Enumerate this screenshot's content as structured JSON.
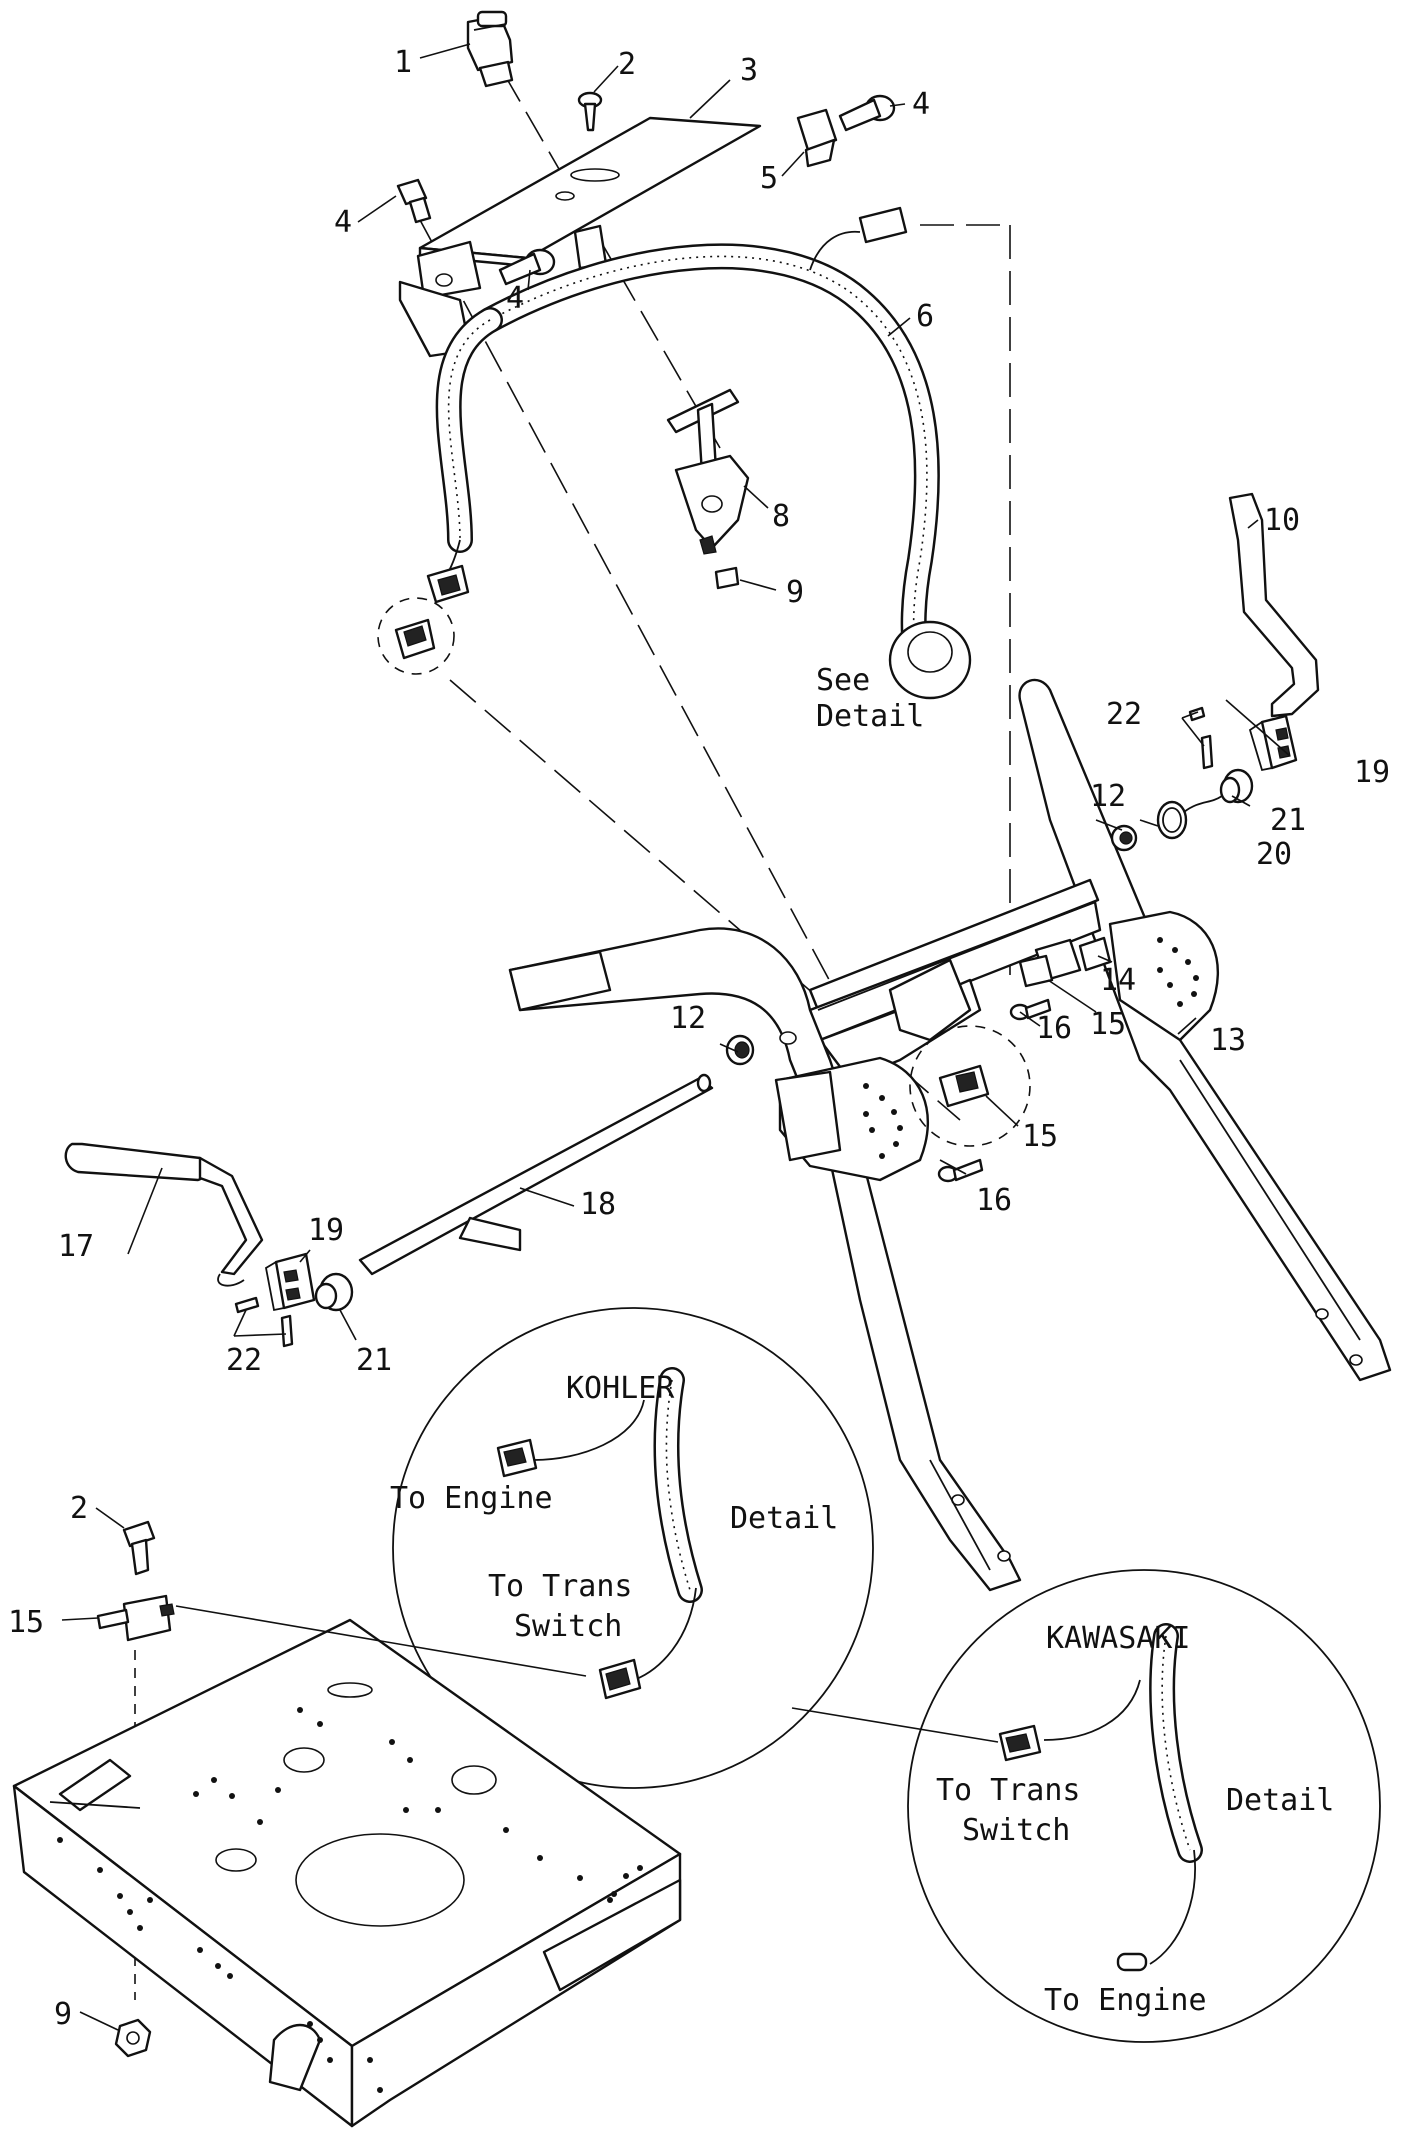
{
  "diagram": {
    "callouts": [
      "1",
      "2",
      "3",
      "4",
      "4",
      "4",
      "5",
      "6",
      "8",
      "9",
      "10",
      "12",
      "12",
      "13",
      "14",
      "15",
      "15",
      "15",
      "16",
      "16",
      "17",
      "18",
      "19",
      "19",
      "20",
      "21",
      "21",
      "22",
      "22",
      "2",
      "9"
    ],
    "notes": {
      "see_detail_line1": "See",
      "see_detail_line2": "Detail"
    },
    "kohler_detail": {
      "title": "KOHLER",
      "to_engine": "To Engine",
      "detail": "Detail",
      "to_trans_line1": "To Trans",
      "to_trans_line2": "Switch"
    },
    "kawasaki_detail": {
      "title": "KAWASAKI",
      "to_trans_line1": "To Trans",
      "to_trans_line2": "Switch",
      "detail": "Detail",
      "to_engine": "To Engine"
    }
  }
}
